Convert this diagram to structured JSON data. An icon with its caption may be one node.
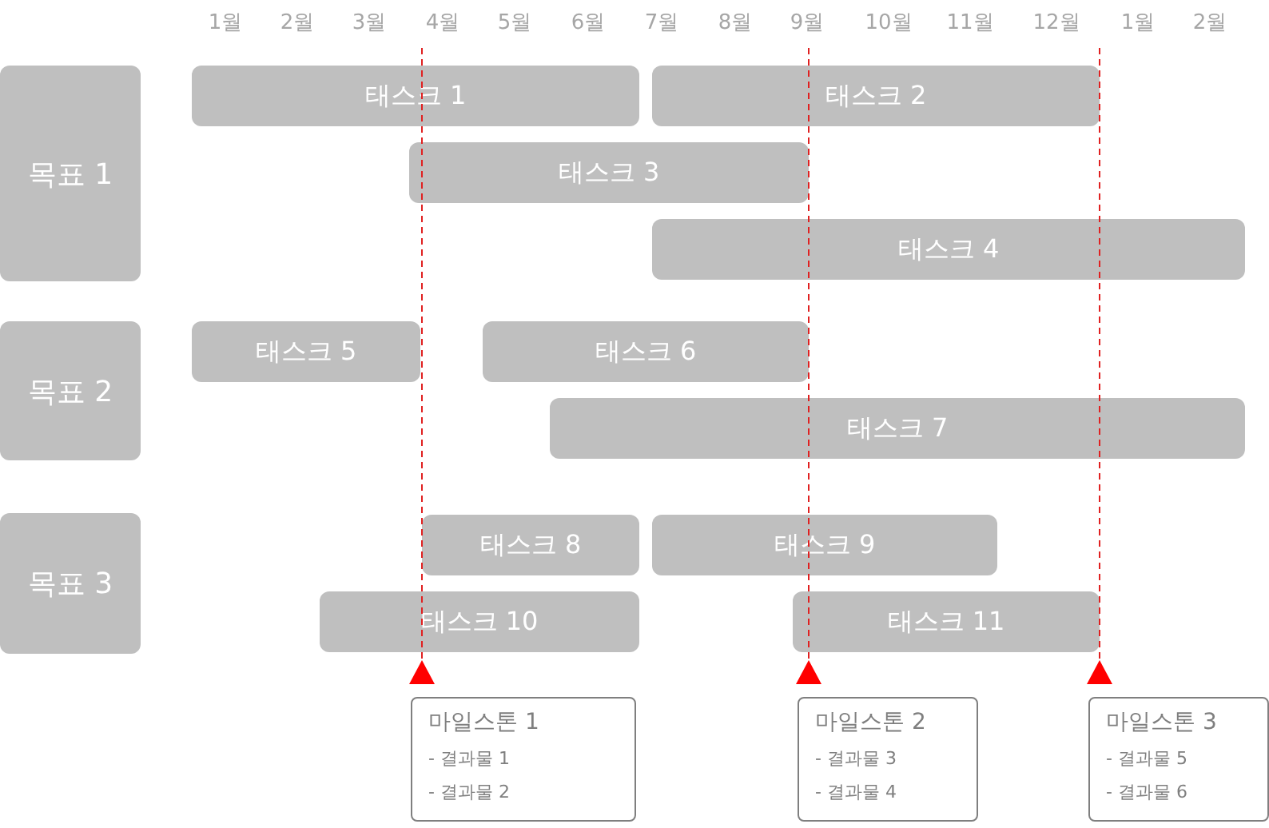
{
  "diagram": {
    "nodes": [
      {
        "text": [
          "목표 1"
        ]
      },
      {
        "text": [
          "태스크 1"
        ]
      },
      {
        "text": [
          "태스크 2"
        ]
      },
      {
        "text": [
          "태스크 3"
        ]
      },
      {
        "text": [
          "태스크 4"
        ]
      },
      {
        "text": [
          "목표 2"
        ]
      },
      {
        "text": [
          "태스크 5"
        ]
      },
      {
        "text": [
          "태스크 6"
        ]
      },
      {
        "text": [
          "태스크 7"
        ]
      },
      {
        "text": [
          "목표 3"
        ]
      },
      {
        "text": [
          "태스크 8"
        ]
      },
      {
        "text": [
          "태스크 9"
        ]
      },
      {
        "text": [
          "태스크 10"
        ]
      },
      {
        "text": [
          "태스크 11"
        ]
      },
      {
        "text": [
          "마일스톤 1",
          "- 결과물 1",
          "- 결과물 2"
        ]
      },
      {
        "text": [
          "마일스톤 2",
          "- 결과물 3",
          "- 결과물 4"
        ]
      },
      {
        "text": [
          "마일스톤 3",
          "- 결과물 5",
          "- 결과물 6"
        ]
      }
    ],
    "labels": [
      "1월",
      "2월",
      "3월",
      "4월",
      "5월",
      "6월",
      "7월",
      "8월",
      "9월",
      "10월",
      "11월",
      "12월",
      "1월",
      "2월"
    ]
  }
}
